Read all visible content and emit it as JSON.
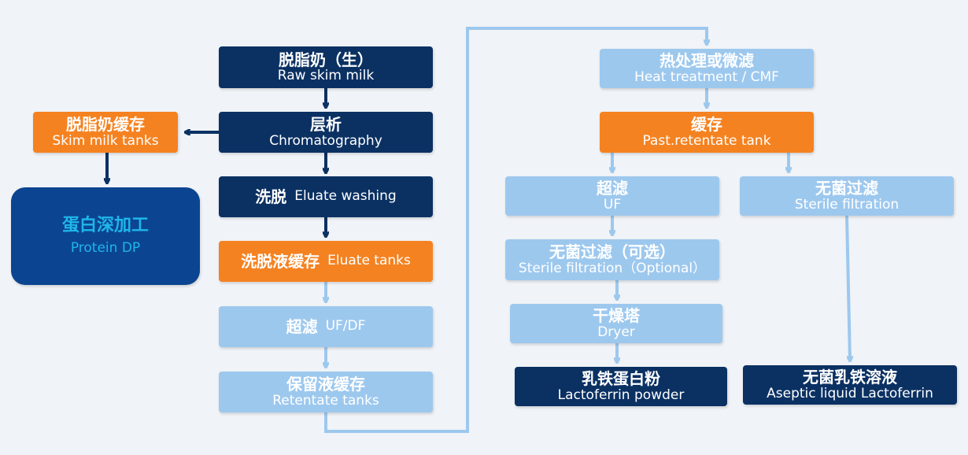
{
  "colors": {
    "dark": "#0b3163",
    "orange": "#f58220",
    "light": "#9dc8ee",
    "protein_box": "#0b4591",
    "protein_text": "#1fb6ea",
    "arrow_dark": "#0b3163",
    "arrow_light": "#9dc8ee"
  },
  "left_branch": {
    "skim_milk_tanks": {
      "zh": "脱脂奶缓存",
      "en": "Skim milk tanks"
    },
    "protein_dp": {
      "zh": "蛋白深加工",
      "en": "Protein DP"
    }
  },
  "main_column": {
    "raw_skim_milk": {
      "zh": "脱脂奶（生）",
      "en": "Raw skim milk"
    },
    "chromatography": {
      "zh": "层析",
      "en": "Chromatography"
    },
    "eluate_washing": {
      "zh": "洗脱",
      "en": "Eluate washing"
    },
    "eluate_tanks": {
      "zh": "洗脱液缓存",
      "en": "Eluate tanks"
    },
    "uf_df": {
      "zh": "超滤",
      "en": "UF/DF"
    },
    "retentate_tanks": {
      "zh": "保留液缓存",
      "en": "Retentate tanks"
    }
  },
  "right_column": {
    "heat_treatment": {
      "zh": "热处理或微滤",
      "en": "Heat treatment / CMF"
    },
    "past_retentate": {
      "zh": "缓存",
      "en": "Past.retentate tank"
    },
    "uf": {
      "zh": "超滤",
      "en": "UF"
    },
    "sterile_optional": {
      "zh": "无菌过滤（可选）",
      "en": "Sterile filtration（Optional）"
    },
    "dryer": {
      "zh": "干燥塔",
      "en": "Dryer"
    },
    "lactoferrin_powder": {
      "zh": "乳铁蛋白粉",
      "en": "Lactoferrin powder"
    },
    "sterile_filtration": {
      "zh": "无菌过滤",
      "en": "Sterile filtration"
    },
    "aseptic_liquid": {
      "zh": "无菌乳铁溶液",
      "en": "Aseptic liquid Lactoferrin"
    }
  }
}
